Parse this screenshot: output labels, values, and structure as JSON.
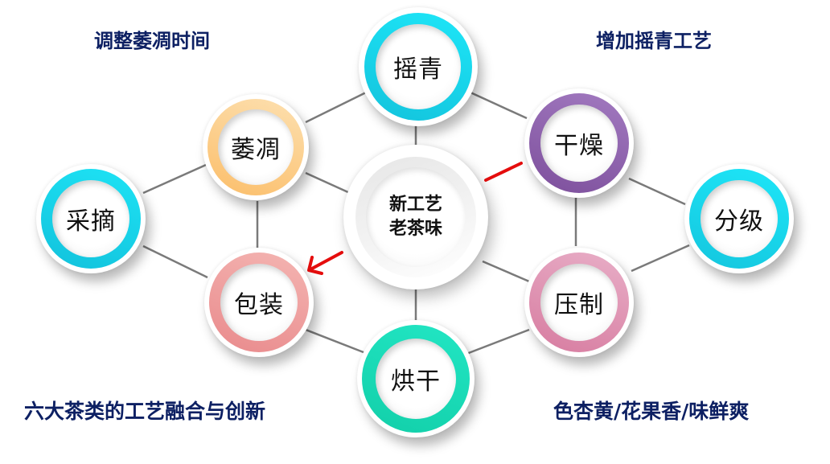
{
  "captions": {
    "top_left": "调整萎凋时间",
    "top_right": "增加摇青工艺",
    "bottom_left": "六大茶类的工艺融合与创新",
    "bottom_right": "色杏黄/花果香/味鲜爽"
  },
  "center": {
    "line1": "新工艺",
    "line2": "老茶味"
  },
  "nodes": [
    {
      "id": "picking",
      "label": "采摘",
      "color": "#17c9e0"
    },
    {
      "id": "withering",
      "label": "萎凋",
      "color": "#fbc77c"
    },
    {
      "id": "shaking",
      "label": "摇青",
      "color": "#18cde6"
    },
    {
      "id": "drying",
      "label": "干燥",
      "color": "#8a5ba8"
    },
    {
      "id": "grading",
      "label": "分级",
      "color": "#15d0e6"
    },
    {
      "id": "pressing",
      "label": "压制",
      "color": "#d98aab"
    },
    {
      "id": "baking",
      "label": "烘干",
      "color": "#16dab6"
    },
    {
      "id": "packaging",
      "label": "包装",
      "color": "#ec9a9a"
    }
  ],
  "colors": {
    "caption": "#0d2063",
    "connector": "#7a7a7a",
    "highlight": "#e50d0d"
  }
}
